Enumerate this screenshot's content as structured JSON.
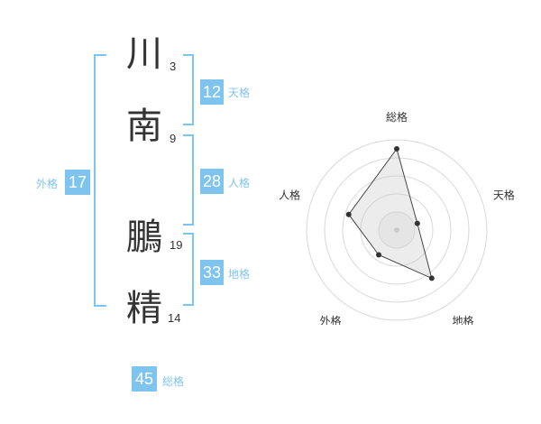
{
  "name_chars": [
    {
      "char": "川",
      "strokes": "3"
    },
    {
      "char": "南",
      "strokes": "9"
    },
    {
      "char": "鵬",
      "strokes": "19"
    },
    {
      "char": "精",
      "strokes": "14"
    }
  ],
  "scores": {
    "tenkaku": {
      "value": "12",
      "label": "天格"
    },
    "jinkaku": {
      "value": "28",
      "label": "人格"
    },
    "chikaku": {
      "value": "33",
      "label": "地格"
    },
    "gaikaku": {
      "value": "17",
      "label": "外格"
    },
    "soukaku": {
      "value": "45",
      "label": "総格"
    }
  },
  "colors": {
    "accent": "#7fc4ee",
    "text": "#333333",
    "radar_fill": "#eeeeee"
  },
  "chart_data": {
    "type": "radar",
    "categories": [
      "総格",
      "天格",
      "地格",
      "外格",
      "人格"
    ],
    "values": [
      45,
      12,
      33,
      17,
      28
    ],
    "max": 50,
    "rings": 5
  }
}
